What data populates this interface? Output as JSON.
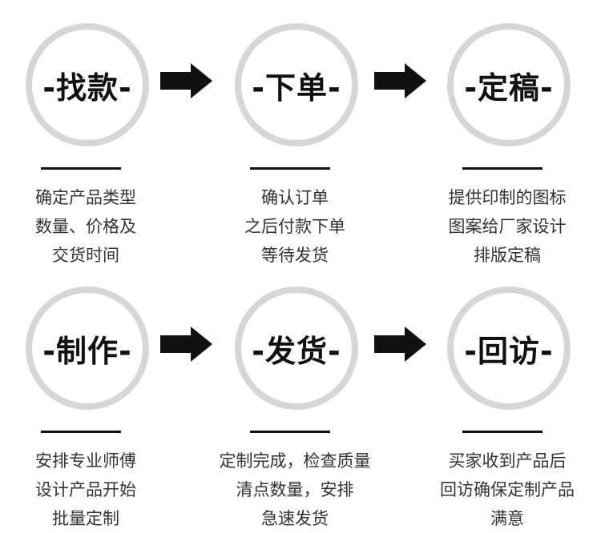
{
  "steps": [
    {
      "label": "-找款-",
      "lines": [
        "确定产品类型",
        "数量、价格及",
        "交货时间"
      ]
    },
    {
      "label": "-下单-",
      "lines": [
        "确认订单",
        "之后付款下单",
        "等待发货"
      ]
    },
    {
      "label": "-定稿-",
      "lines": [
        "提供印制的图标",
        "图案给厂家设计",
        "排版定稿"
      ]
    },
    {
      "label": "-制作-",
      "lines": [
        "安排专业师傅",
        "设计产品开始",
        "批量定制"
      ]
    },
    {
      "label": "-发货-",
      "lines": [
        "定制完成，检查质量",
        "清点数量，安排",
        "急速发货"
      ]
    },
    {
      "label": "-回访-",
      "lines": [
        "买家收到产品后",
        "回访确保定制产品",
        "满意"
      ]
    }
  ],
  "colors": {
    "circle_border": "#d6d6d6",
    "arrow": "#111111",
    "text": "#333333"
  },
  "icons": {
    "connector": "arrow-right-icon"
  }
}
